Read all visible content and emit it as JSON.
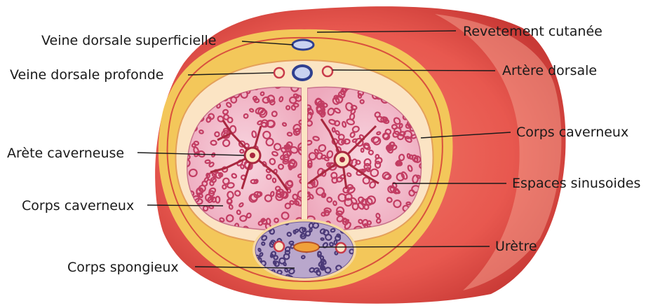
{
  "labels": {
    "veine_dorsale_superficielle": "Veine dorsale superficielle",
    "veine_dorsale_profonde": "Veine dorsale profonde",
    "artere_caverneuse": "Arète caverneuse",
    "corps_caverneux_left": "Corps caverneux",
    "corps_spongieux": "Corps spongieux",
    "revetement_cutanee": "Revetement cutanée",
    "artere_dorsale": "Artère dorsale",
    "corps_caverneux_right": "Corps caverneux",
    "espaces_sinusoides": "Espaces sinusoides",
    "uretre": "Urètre"
  },
  "colors": {
    "skin": "#e8584f",
    "skin_dark": "#c93a36",
    "fascia": "#f3c75a",
    "tunica": "#fbe4c4",
    "cavernous": "#f2b9c9",
    "sinusoid": "#c23d63",
    "spongy": "#b9a7cc",
    "spongy_spot": "#4b3a78",
    "vein": "#2f3f8f",
    "artery": "#c83a4a"
  }
}
